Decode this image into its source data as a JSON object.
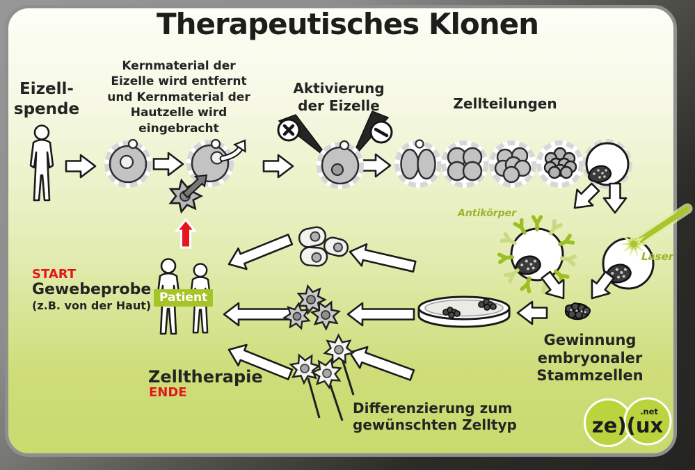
{
  "title": "Therapeutisches Klonen",
  "steps": {
    "egg_donation": "Eizell-\nspende",
    "nuclear_transfer": "Kernmaterial der\nEizelle wird entfernt\nund Kernmaterial der\nHautzelle wird\neingebracht",
    "activation": "Aktivierung\nder Eizelle",
    "cell_divisions": "Zellteilungen",
    "stem_cell_harvest": "Gewinnung\nembryonaler\nStammzellen",
    "differentiation": "Differenzierung zum\ngewünschten Zelltyp",
    "cell_therapy": "Zelltherapie"
  },
  "annotations": {
    "antibodies": "Antikörper",
    "laser": "Laser",
    "start": "START",
    "end": "ENDE",
    "tissue_sample": "Gewebeprobe",
    "tissue_sample_note": "(z.B. von der Haut)",
    "patient": "Patient"
  },
  "logo": {
    "name": "ze)(ux",
    "tld": ".net"
  },
  "colors": {
    "accent_green": "#a5c427",
    "annotation_green": "#9cb32b",
    "alert_red": "#e2171e",
    "panel_top": "#fdfef6",
    "panel_bottom": "#c9da6e",
    "frame_dark": "#2b2b28",
    "frame_gray": "#8f8f8f",
    "logo_green": "#b9d43c"
  }
}
